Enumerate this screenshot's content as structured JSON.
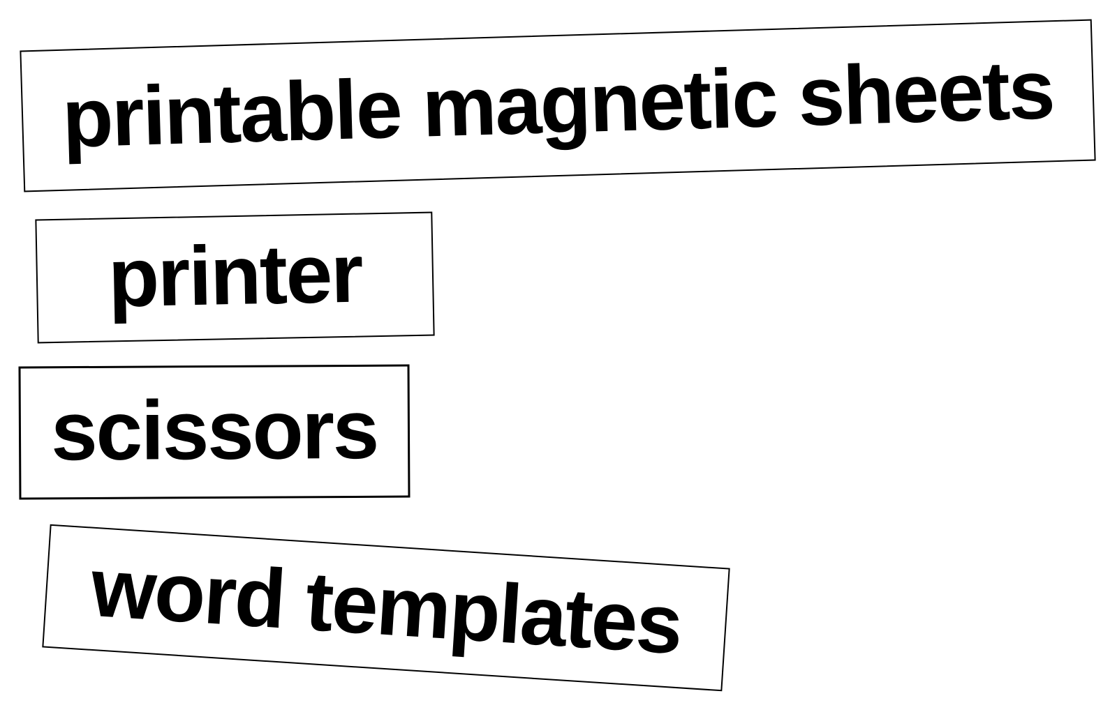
{
  "style": {
    "page_background": "#ffffff",
    "tile_background": "#ffffff",
    "tile_border_color": "#000000",
    "text_color": "#000000"
  },
  "tiles": [
    {
      "id": "printable-magnetic-sheets",
      "label": "printable magnetic sheets"
    },
    {
      "id": "printer",
      "label": "printer"
    },
    {
      "id": "scissors",
      "label": "scissors"
    },
    {
      "id": "word-templates",
      "label": "word templates"
    }
  ]
}
